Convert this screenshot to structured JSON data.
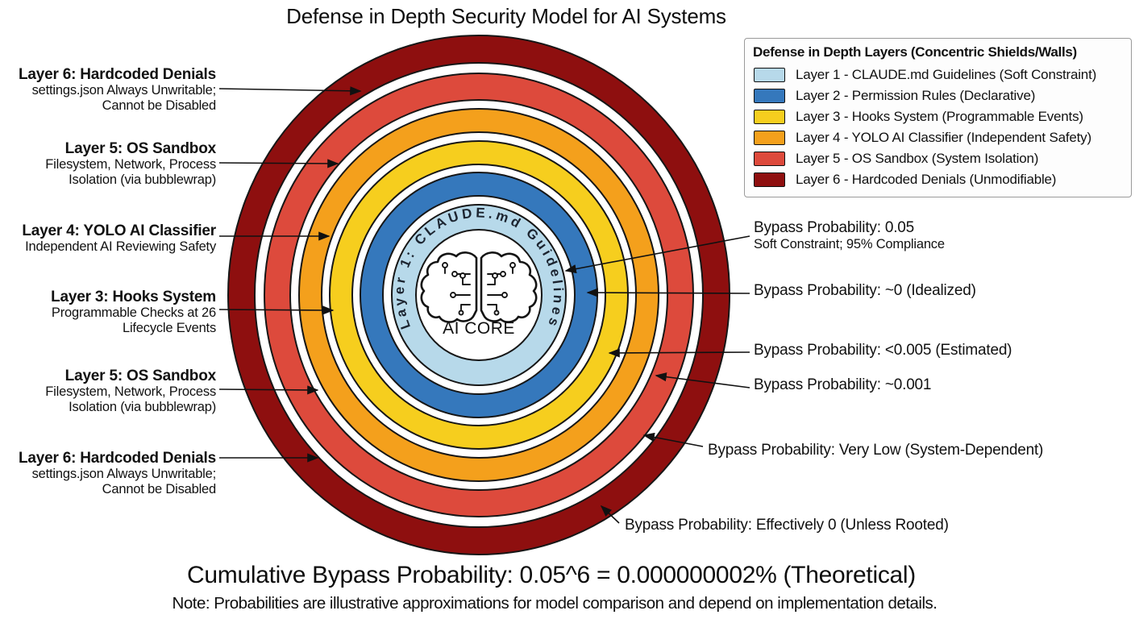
{
  "title": "Defense in Depth Security Model for AI Systems",
  "legend": {
    "title": "Defense in Depth Layers (Concentric Shields/Walls)",
    "items": [
      {
        "label": "Layer 1 - CLAUDE.md Guidelines (Soft Constraint)",
        "color": "#B7D9EA"
      },
      {
        "label": "Layer 2 - Permission Rules (Declarative)",
        "color": "#3578BC"
      },
      {
        "label": "Layer 3 - Hooks System (Programmable Events)",
        "color": "#F6CE1E"
      },
      {
        "label": "Layer 4 - YOLO AI Classifier (Independent Safety)",
        "color": "#F4A01C"
      },
      {
        "label": "Layer 5 - OS Sandbox (System Isolation)",
        "color": "#DD4A3C"
      },
      {
        "label": "Layer 6 - Hardcoded Denials (Unmodifiable)",
        "color": "#8E0F0F"
      }
    ]
  },
  "left_labels": [
    {
      "title": "Layer 6: Hardcoded Denials",
      "lines": [
        "settings.json Always Unwritable;",
        "Cannot be Disabled"
      ]
    },
    {
      "title": "Layer 5: OS Sandbox",
      "lines": [
        "Filesystem, Network, Process",
        "Isolation (via bubblewrap)"
      ]
    },
    {
      "title": "Layer 4: YOLO AI Classifier",
      "lines": [
        "Independent AI Reviewing Safety"
      ]
    },
    {
      "title": "Layer 3: Hooks System",
      "lines": [
        "Programmable Checks at 26",
        "Lifecycle Events"
      ]
    },
    {
      "title": "Layer 5: OS Sandbox",
      "lines": [
        "Filesystem, Network, Process",
        "Isolation (via bubblewrap)"
      ]
    },
    {
      "title": "Layer 6: Hardcoded Denials",
      "lines": [
        "settings.json Always Unwritable;",
        "Cannot be Disabled"
      ]
    }
  ],
  "right_labels": [
    {
      "title": "Bypass Probability: 0.05",
      "sub": "Soft Constraint; 95% Compliance"
    },
    {
      "title": "Bypass Probability: ~0 (Idealized)"
    },
    {
      "title": "Bypass Probability: <0.005 (Estimated)"
    },
    {
      "title": "Bypass Probability: ~0.001"
    },
    {
      "title": "Bypass Probability: Very Low (System-Dependent)"
    },
    {
      "title": "Bypass Probability: Effectively 0 (Unless Rooted)"
    }
  ],
  "center": {
    "ring_text": "Layer 1: CLAUDE.md Guidelines",
    "core_label": "AI CORE",
    "icon": "brain-circuit-icon"
  },
  "footer": {
    "headline": "Cumulative Bypass Probability: 0.05^6 = 0.000000002% (Theoretical)",
    "note": "Note: Probabilities are illustrative approximations for model comparison and depend on implementation details."
  }
}
